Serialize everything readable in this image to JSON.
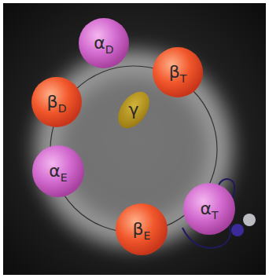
{
  "diagram": {
    "nodes": [
      {
        "text": [
          "αD"
        ]
      },
      {
        "text": [
          "βT"
        ]
      },
      {
        "text": [
          "βD"
        ]
      },
      {
        "text": [
          "γ"
        ]
      },
      {
        "text": [
          "αE"
        ]
      },
      {
        "text": [
          "αT"
        ]
      },
      {
        "text": [
          "βE"
        ]
      }
    ]
  }
}
